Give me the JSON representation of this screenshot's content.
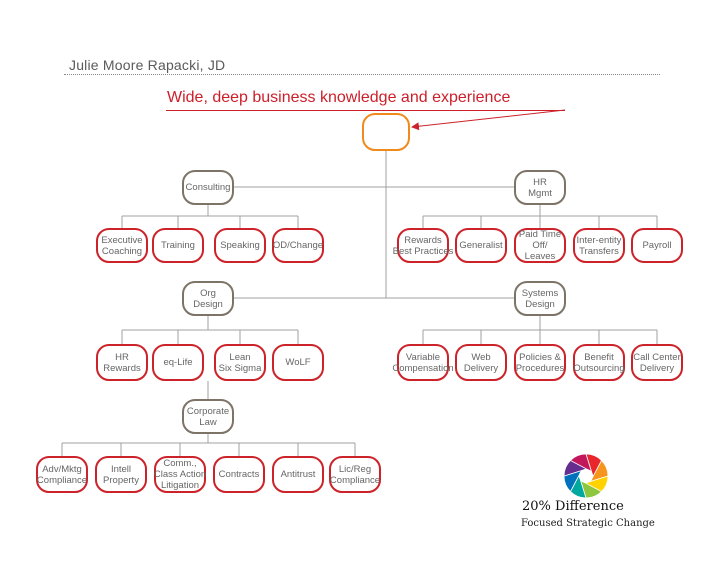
{
  "header": {
    "author": "Julie Moore Rapacki, JD",
    "subtitle": "Wide, deep business knowledge and experience"
  },
  "colors": {
    "red": "#cc2229",
    "grey": "#7d7367",
    "orange": "#f08a1c",
    "title": "#cc1f2a"
  },
  "nodes": {
    "root": "",
    "consulting": "Consulting",
    "hr_mgmt": "HR\nMgmt",
    "executive_coaching": "Executive\nCoaching",
    "training": "Training",
    "speaking": "Speaking",
    "od_change": "OD/Change",
    "rewards_best_practices": "Rewards\nBest Practices",
    "generalist": "Generalist",
    "paid_time_off": "Paid Time\nOff/\nLeaves",
    "inter_entity_transfers": "Inter-entity\nTransfers",
    "payroll": "Payroll",
    "org_design": "Org\nDesign",
    "systems_design": "Systems\nDesign",
    "hr_rewards": "HR\nRewards",
    "eq_life": "eq-Life",
    "lean_six_sigma": "Lean\nSix Sigma",
    "wolf": "WoLF",
    "variable_compensation": "Variable\nCompensation",
    "web_delivery": "Web\nDelivery",
    "policies_procedures": "Policies &\nProcedures",
    "benefit_outsourcing": "Benefit\nOutsourcing",
    "call_center_delivery": "Call Center\nDelivery",
    "corporate_law": "Corporate\nLaw",
    "adv_mktg_compliance": "Adv/Mktg\nCompliance",
    "intell_property": "Intell\nProperty",
    "comm_class_action": "Comm.,\nClass Action\nLitigation",
    "contracts": "Contracts",
    "antitrust": "Antitrust",
    "lic_reg_compliance": "Lic/Reg\nCompliance"
  },
  "logo": {
    "brand": "20% Difference",
    "tagline": "Focused Strategic Change",
    "colors": [
      "#e8262b",
      "#f7941d",
      "#ffd200",
      "#8dc63f",
      "#00a99d",
      "#0072bc",
      "#662d91",
      "#c2185b"
    ]
  }
}
